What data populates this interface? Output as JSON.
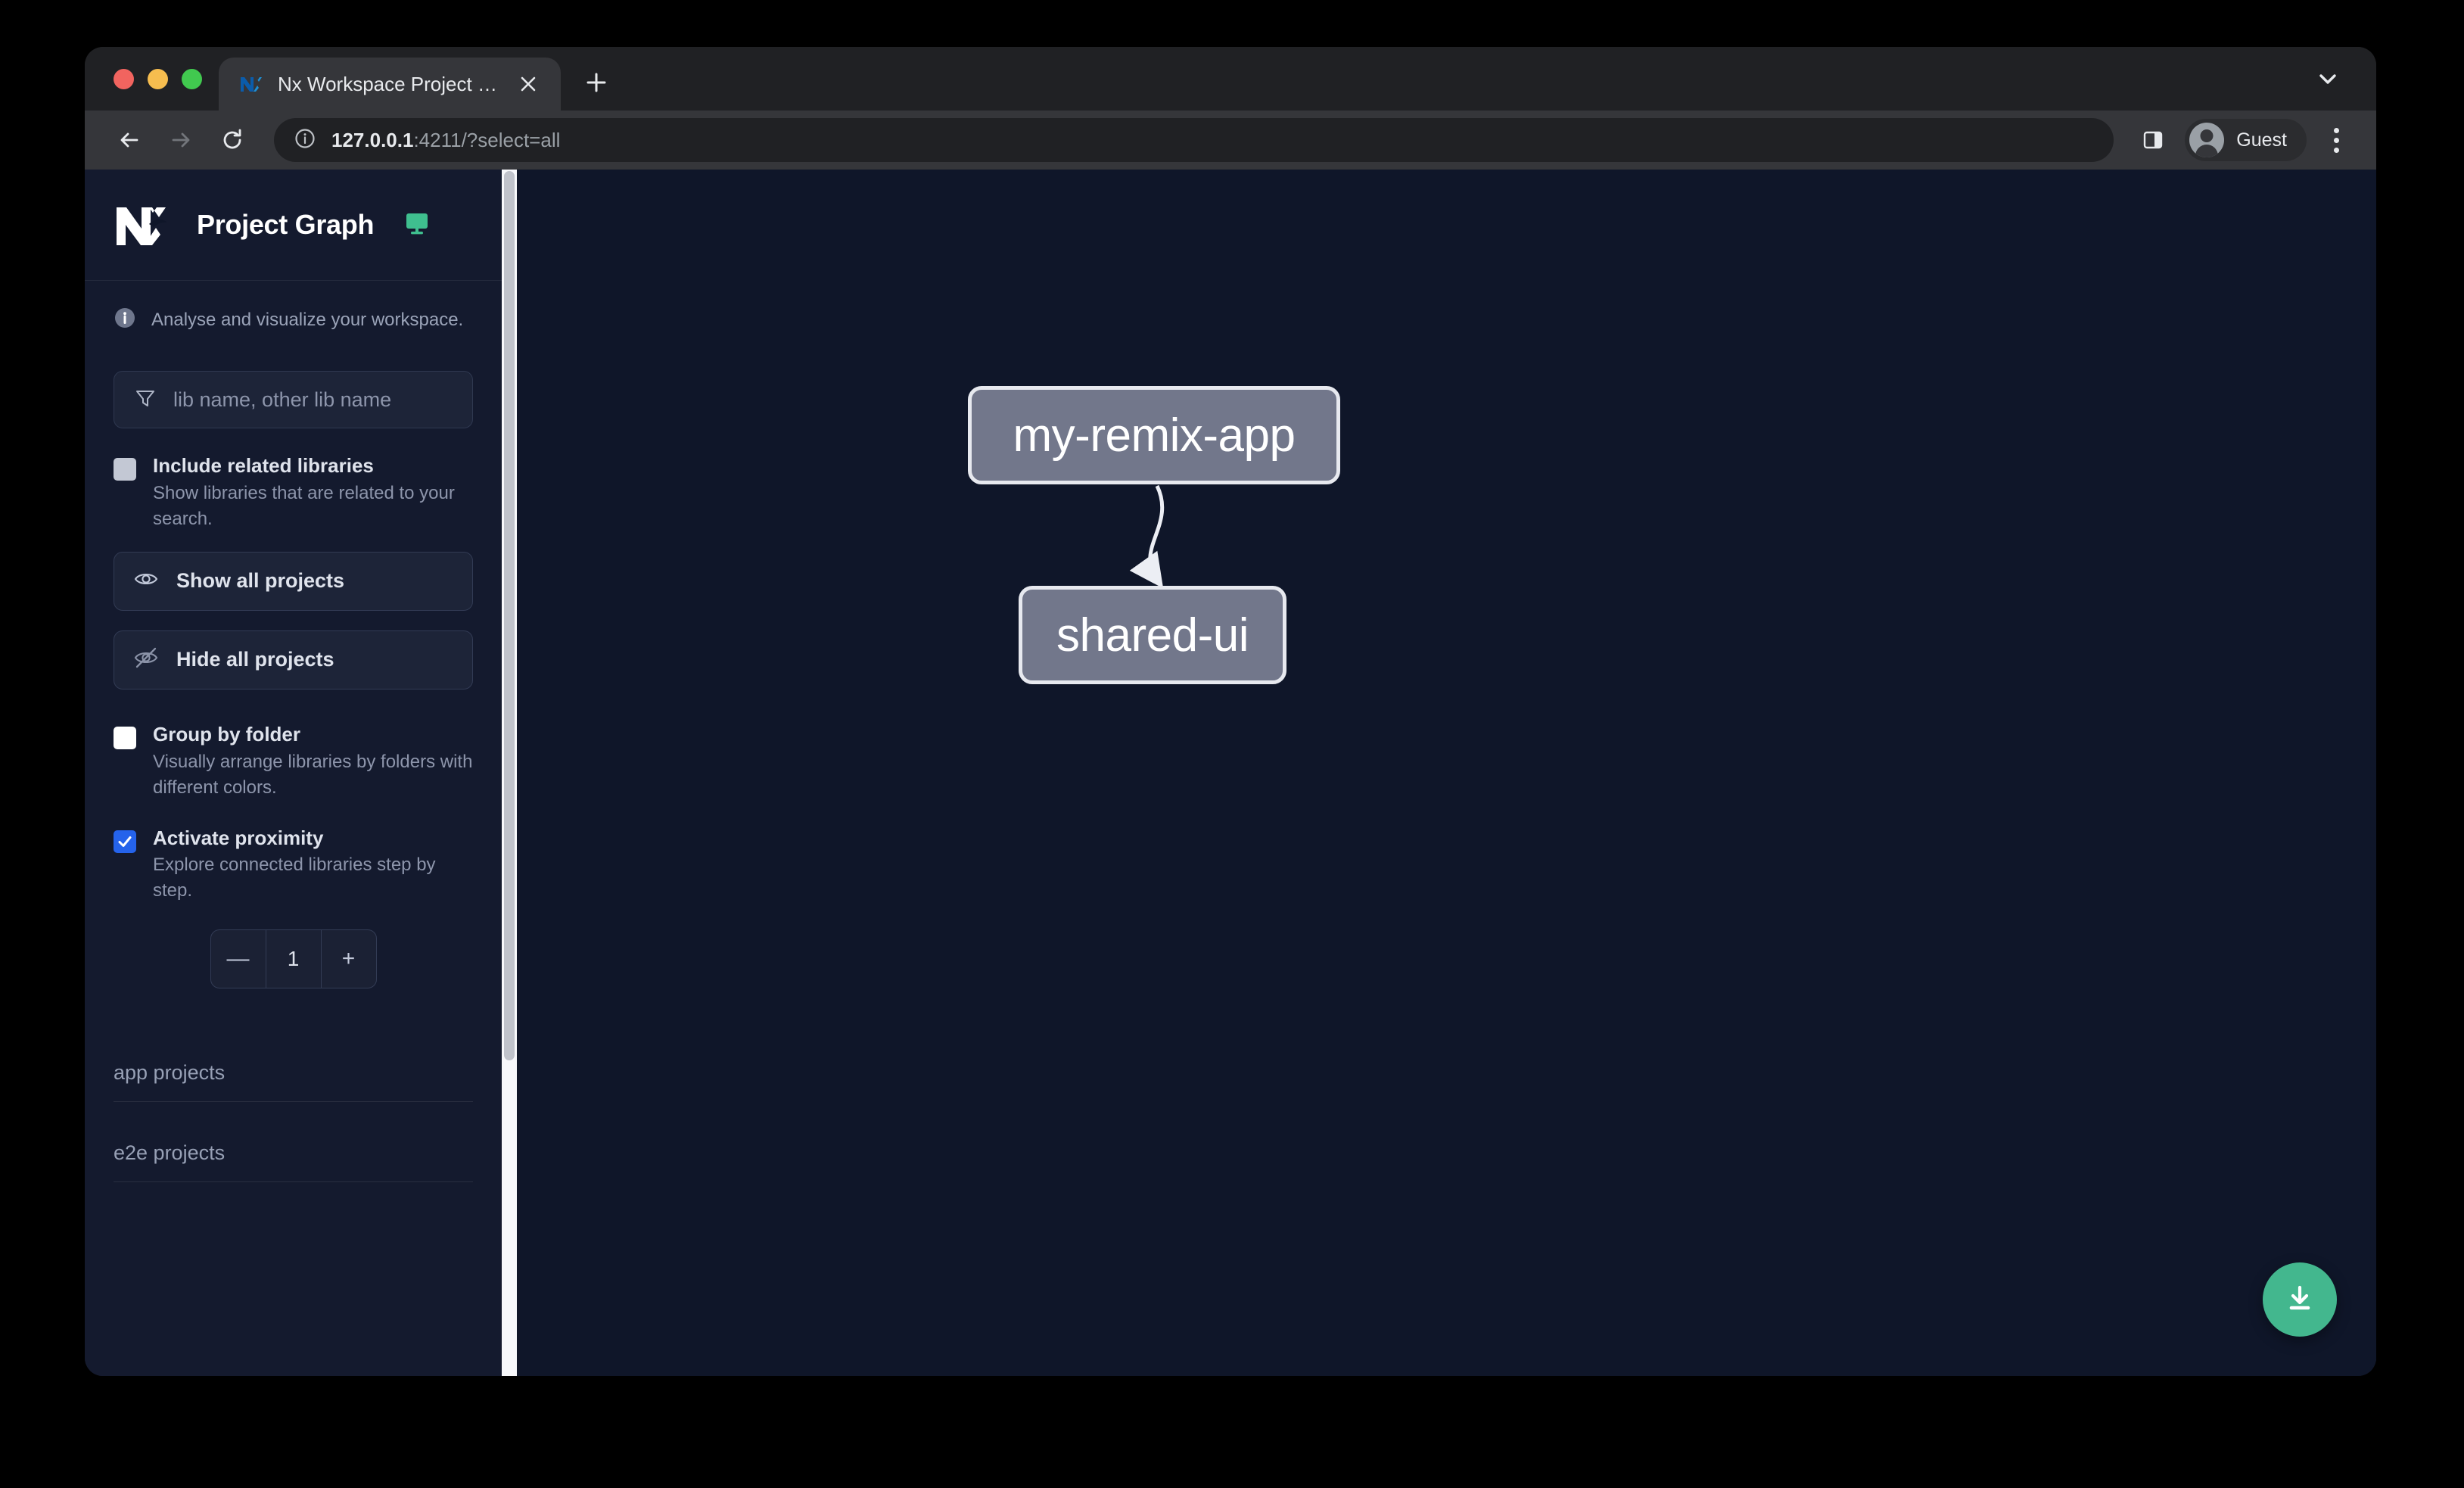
{
  "browser": {
    "tab": {
      "title": "Nx Workspace Project Graph",
      "favicon_icon": "nx-favicon-icon",
      "close_icon": "close-icon"
    },
    "new_tab_icon": "plus-icon",
    "tabstrip_chevron_icon": "chevron-down-icon",
    "toolbar": {
      "back_icon": "arrow-left-icon",
      "forward_icon": "arrow-right-icon",
      "reload_icon": "reload-icon",
      "site_info_icon": "info-circle-icon",
      "url_host": "127.0.0.1",
      "url_rest": ":4211/?select=all",
      "url_full": "127.0.0.1:4211/?select=all",
      "side_panel_icon": "side-panel-icon",
      "profile_name": "Guest",
      "profile_avatar_icon": "person-avatar-icon",
      "menu_icon": "three-dot-menu-icon"
    }
  },
  "sidebar": {
    "logo_icon": "nx-logo-icon",
    "title": "Project Graph",
    "monitor_icon": "monitor-icon",
    "tagline": {
      "icon": "info-icon",
      "text": "Analyse and visualize your workspace."
    },
    "filter": {
      "icon": "funnel-filter-icon",
      "placeholder": "lib name, other lib name",
      "value": ""
    },
    "include_related": {
      "label": "Include related libraries",
      "description": "Show libraries that are related to your search.",
      "checked": false
    },
    "show_all_button": {
      "label": "Show all projects",
      "icon": "eye-icon"
    },
    "hide_all_button": {
      "label": "Hide all projects",
      "icon": "eye-slash-icon"
    },
    "group_by_folder": {
      "label": "Group by folder",
      "description": "Visually arrange libraries by folders with different colors.",
      "checked": false
    },
    "activate_proximity": {
      "label": "Activate proximity",
      "description": "Explore connected libraries step by step.",
      "checked": true
    },
    "proximity_stepper": {
      "decrement_label": "—",
      "value": "1",
      "increment_label": "+"
    },
    "project_sections": [
      {
        "title": "app projects"
      },
      {
        "title": "e2e projects"
      }
    ]
  },
  "graph": {
    "nodes": [
      {
        "id": "my-remix-app",
        "label": "my-remix-app"
      },
      {
        "id": "shared-ui",
        "label": "shared-ui"
      }
    ],
    "edges": [
      {
        "from": "my-remix-app",
        "to": "shared-ui"
      }
    ],
    "download_button": {
      "icon": "download-icon",
      "color": "#43b78e"
    }
  },
  "colors": {
    "page_background": "#0f1629",
    "sidebar_background": "#141a2e",
    "node_fill": "#72778b",
    "node_border": "#e7e9ef",
    "accent_green": "#43b78e",
    "checkbox_checked": "#2563eb",
    "browser_chrome": "#35363a"
  }
}
